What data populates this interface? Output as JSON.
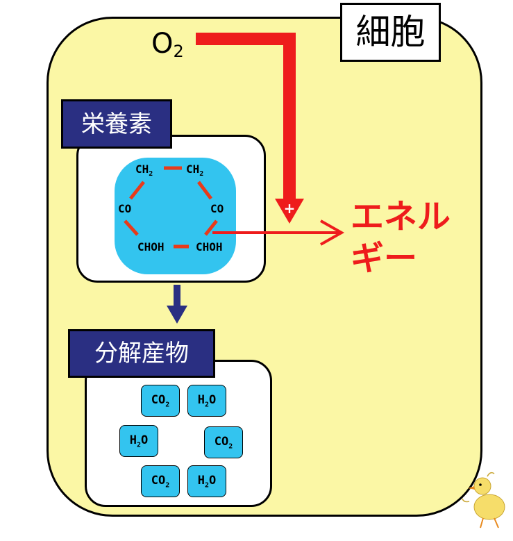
{
  "cell": {
    "label": "細胞"
  },
  "oxygen": {
    "base": "O",
    "sub": "2"
  },
  "nutrients": {
    "label": "栄養素",
    "molecule": [
      {
        "base": "CH",
        "sub": "2"
      },
      {
        "base": "CH",
        "sub": "2"
      },
      {
        "base": "CO",
        "sub": ""
      },
      {
        "base": "CO",
        "sub": ""
      },
      {
        "base": "CHOH",
        "sub": ""
      },
      {
        "base": "CHOH",
        "sub": ""
      }
    ]
  },
  "plus_symbol": "+",
  "energy": {
    "line1": "エネル",
    "line2": "ギー"
  },
  "products": {
    "label": "分解産物",
    "tiles": [
      {
        "a": "CO",
        "sa": "2",
        "b": "",
        "sb": ""
      },
      {
        "a": "H",
        "sa": "2",
        "b": "O",
        "sb": ""
      },
      {
        "a": "H",
        "sa": "2",
        "b": "O",
        "sb": ""
      },
      {
        "a": "CO",
        "sa": "2",
        "b": "",
        "sb": ""
      },
      {
        "a": "CO",
        "sa": "2",
        "b": "",
        "sb": ""
      },
      {
        "a": "H",
        "sa": "2",
        "b": "O",
        "sb": ""
      }
    ]
  },
  "colors": {
    "cell_fill": "#fbf7a5",
    "label_fill": "#2a2f82",
    "molecule_fill": "#33c4ef",
    "arrow_red": "#ee1c1c"
  },
  "icons": {
    "mascot": "chick-drawing-icon"
  }
}
